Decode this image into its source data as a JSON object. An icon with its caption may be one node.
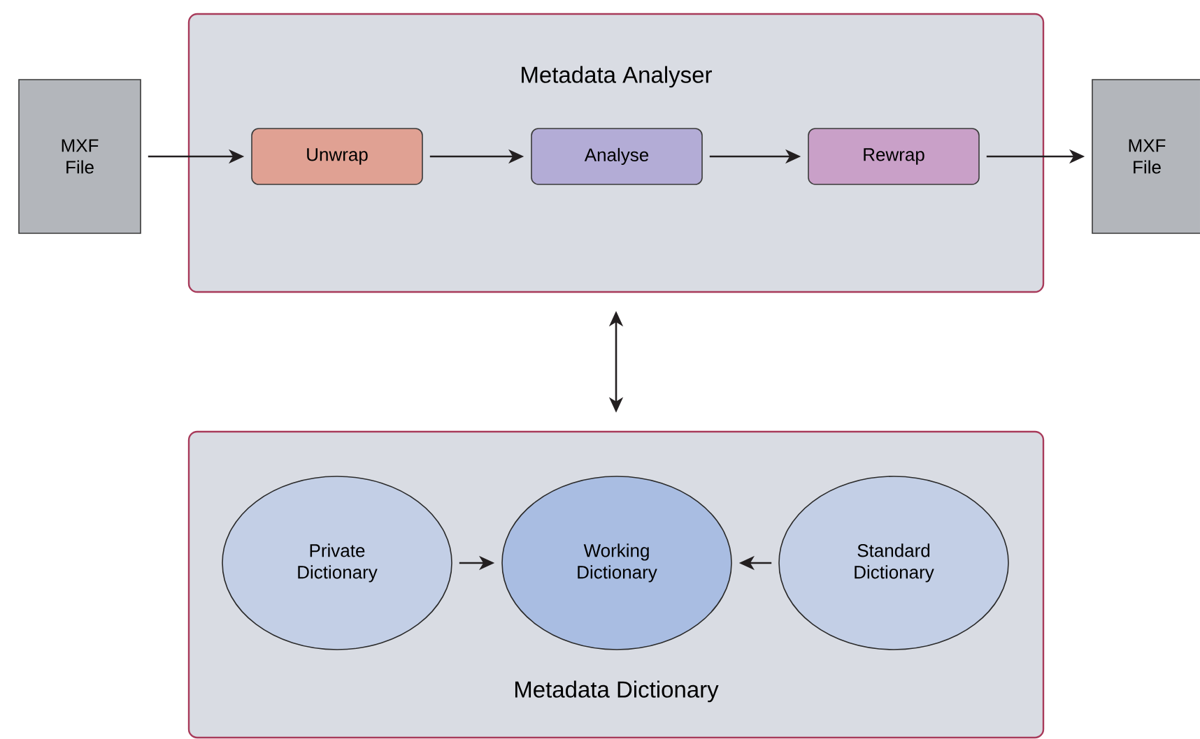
{
  "diagram": {
    "nodes": [
      {
        "text": [
          "MXF File"
        ]
      },
      {
        "text": [
          "Metadata Analyser"
        ]
      },
      {
        "text": [
          "Unwrap"
        ],
        "in": 1
      },
      {
        "text": [
          "Analyse"
        ],
        "in": 1
      },
      {
        "text": [
          "Rewrap"
        ],
        "in": 1
      },
      {
        "text": [
          "MXF File"
        ]
      },
      {
        "text": [
          "Metadata Dictionary"
        ]
      },
      {
        "text": [
          "Private Dictionary"
        ],
        "in": 6
      },
      {
        "text": [
          "Working Dictionary"
        ],
        "in": 6
      },
      {
        "text": [
          "Standard Dictionary"
        ],
        "in": 6
      }
    ],
    "edges": [
      {
        "from": 0,
        "to": 2,
        "arrow": "to"
      },
      {
        "from": 2,
        "to": 3,
        "arrow": "to"
      },
      {
        "from": 3,
        "to": 4,
        "arrow": "to"
      },
      {
        "from": 4,
        "to": 5,
        "arrow": "to"
      },
      {
        "from": 1,
        "to": 6,
        "arrow": "both"
      },
      {
        "from": 7,
        "to": 8,
        "arrow": "to"
      },
      {
        "from": 9,
        "to": 8,
        "arrow": "to"
      }
    ]
  }
}
